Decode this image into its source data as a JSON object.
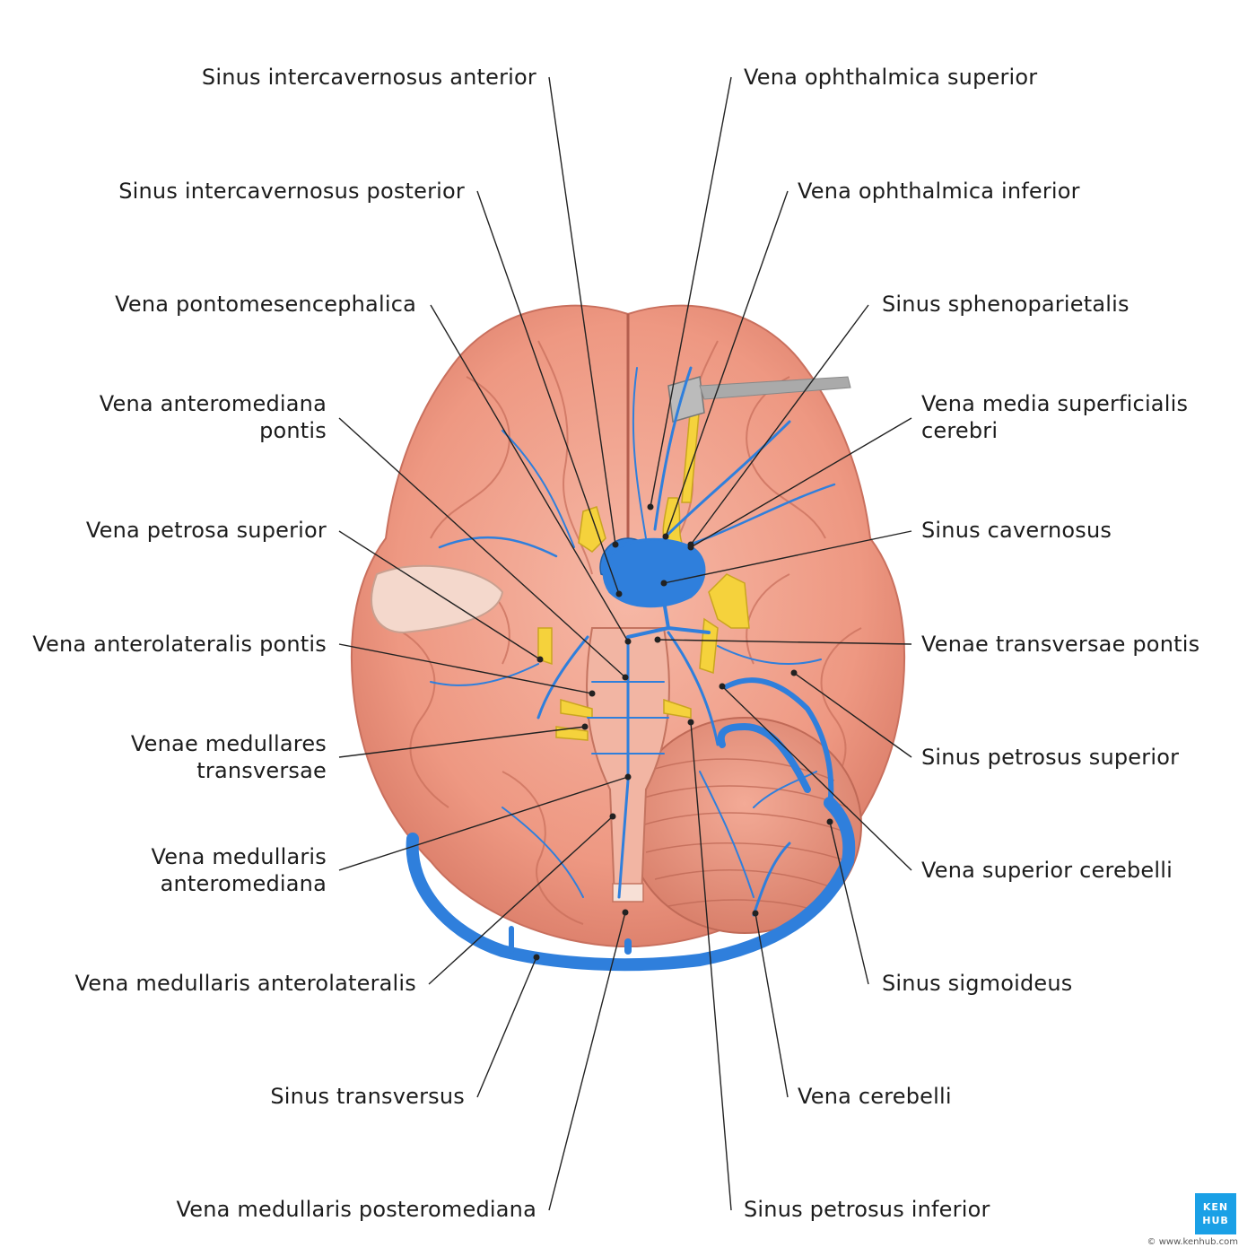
{
  "labels_left": [
    "Sinus intercavernosus anterior",
    "Sinus intercavernosus posterior",
    "Vena pontomesencephalica",
    "Vena anteromediana\npontis",
    "Vena petrosa superior",
    "Vena anterolateralis pontis",
    "Venae medullares\ntransversae",
    "Vena medullaris\nanteromediana",
    "Vena medullaris anterolateralis",
    "Sinus transversus",
    "Vena medullaris posteromediana"
  ],
  "labels_right": [
    "Vena ophthalmica superior",
    "Vena ophthalmica inferior",
    "Sinus sphenoparietalis",
    "Vena media superficialis\ncerebri",
    "Sinus cavernosus",
    "Venae transversae pontis",
    "Sinus petrosus superior",
    "Vena superior cerebelli",
    "Sinus sigmoideus",
    "Vena cerebelli",
    "Sinus petrosus inferior"
  ],
  "logo": {
    "line1": "KEN",
    "line2": "HUB"
  },
  "footer": "© www.kenhub.com",
  "colors": {
    "vein": "#2f7fdc",
    "brain": "#f0a08c",
    "nerve": "#f5d23c",
    "leader": "#222222"
  }
}
